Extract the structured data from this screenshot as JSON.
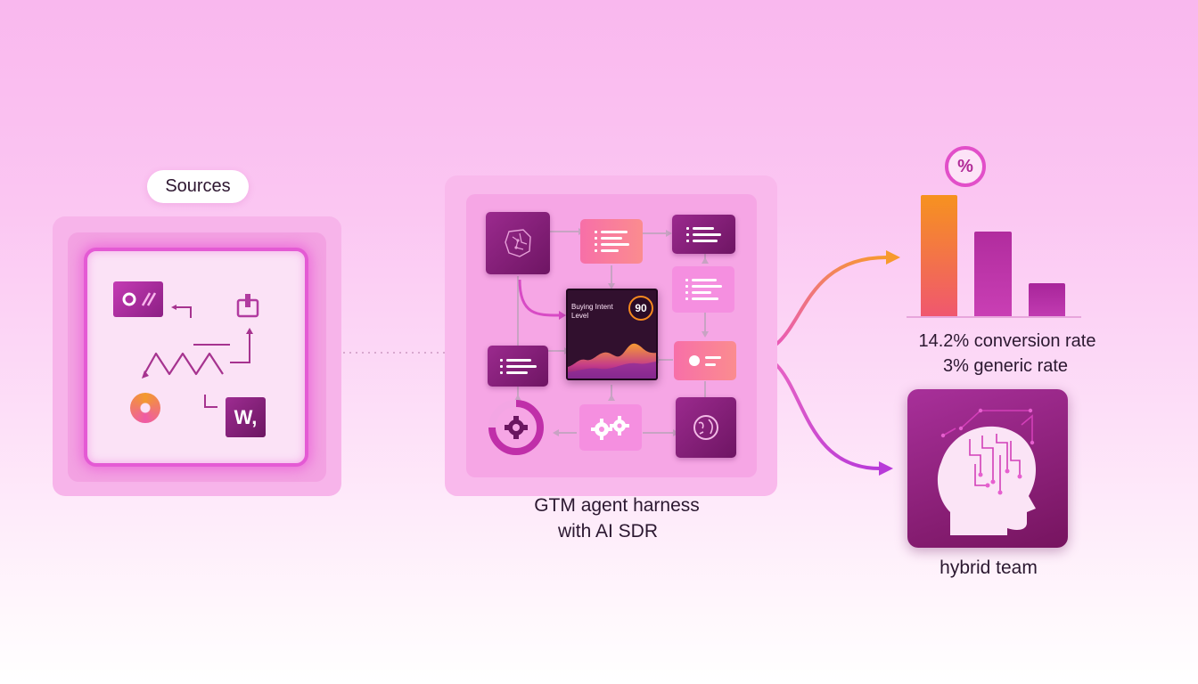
{
  "sources": {
    "label": "Sources",
    "logo_text": "W,"
  },
  "harness": {
    "center_card": {
      "label": "Buying Intent Level",
      "score": "90"
    },
    "caption_line1": "GTM agent harness",
    "caption_line2": "with AI SDR"
  },
  "outcomes": {
    "percent_badge": "%",
    "conversion_rate": "14.2% conversion rate",
    "generic_rate": "3% generic rate",
    "team_label": "hybrid team"
  },
  "colors": {
    "accent_magenta": "#e24fc9",
    "accent_orange": "#f6891f",
    "dark_plum": "#7a1a6b",
    "background_pink": "#fbc6f2"
  }
}
